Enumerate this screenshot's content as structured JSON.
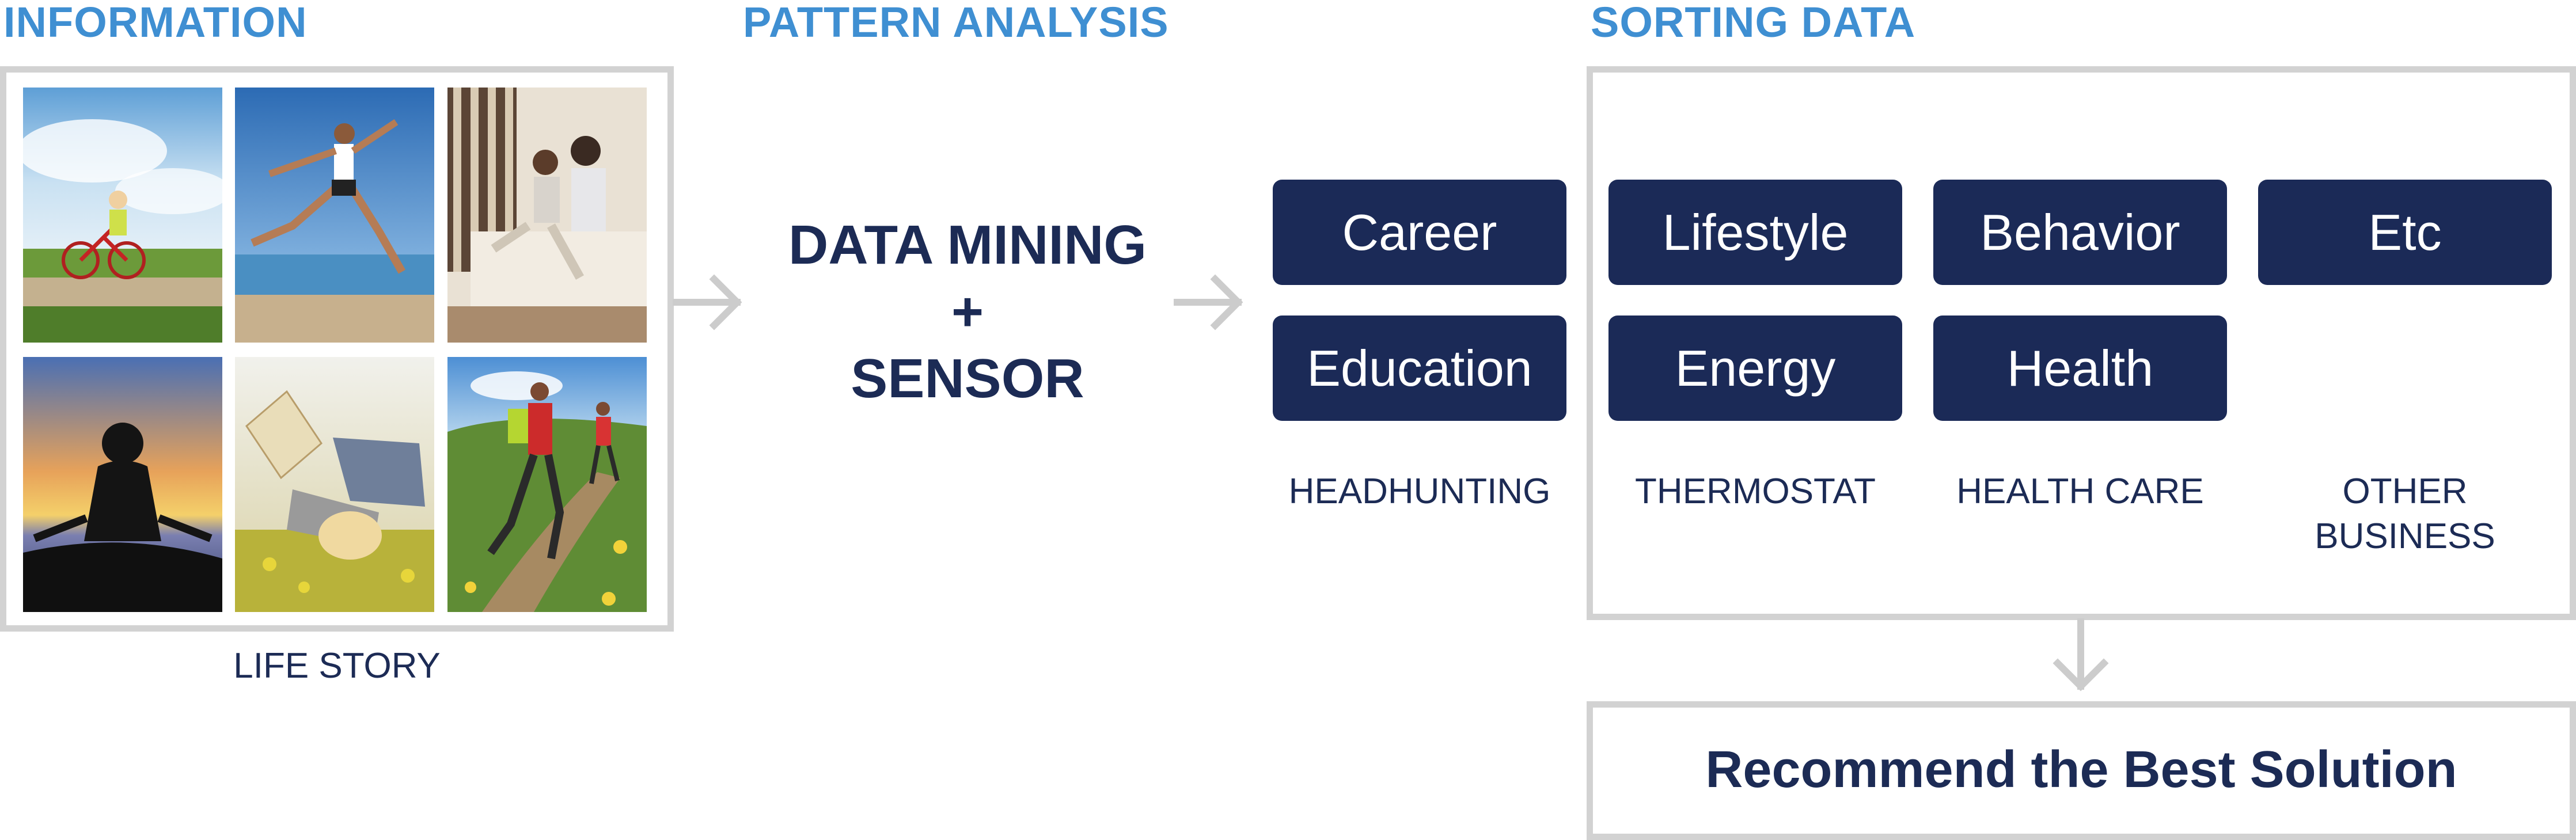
{
  "sections": {
    "information": "INFORMATION",
    "pattern_analysis": "PATTERN ANALYSIS",
    "sorting_data": "SORTING DATA"
  },
  "information": {
    "caption": "LIFE STORY",
    "photos": [
      "cycling-photo",
      "jumping-photo",
      "couple-sofa-photo",
      "meditation-photo",
      "reading-photo",
      "hiking-photo"
    ]
  },
  "analysis": {
    "line1": "DATA MINING",
    "line2": "+",
    "line3": "SENSOR"
  },
  "categories": {
    "career": "Career",
    "education": "Education",
    "lifestyle": "Lifestyle",
    "energy": "Energy",
    "behavior": "Behavior",
    "health": "Health",
    "etc": "Etc"
  },
  "applications": {
    "headhunting": "HEADHUNTING",
    "thermostat": "THERMOSTAT",
    "health_care": "HEALTH CARE",
    "other_business_line1": "OTHER",
    "other_business_line2": "BUSINESS"
  },
  "result": "Recommend the Best Solution",
  "colors": {
    "section_title": "#3f8fd2",
    "tile": "#1b2a57",
    "text_dark": "#1c2b55",
    "frame": "#d2d2d2"
  }
}
